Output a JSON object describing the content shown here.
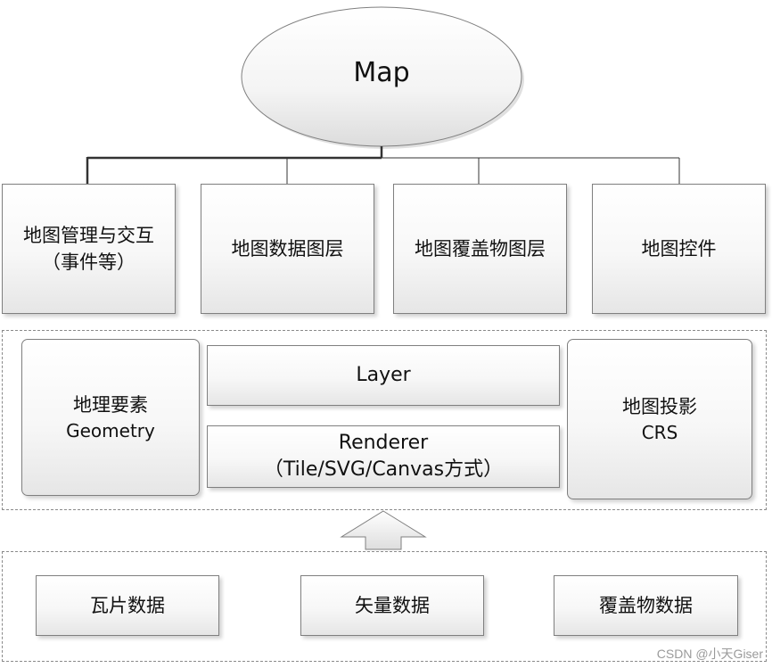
{
  "top": {
    "label": "Map"
  },
  "modules": [
    {
      "line1": "地图管理与交互",
      "line2": "（事件等）"
    },
    {
      "line1": "地图数据图层"
    },
    {
      "line1": "地图覆盖物图层"
    },
    {
      "line1": "地图控件"
    }
  ],
  "core": {
    "geometry": {
      "cn": "地理要素",
      "en": "Geometry"
    },
    "layer": "Layer",
    "renderer": {
      "line1": "Renderer",
      "line2": "（Tile/SVG/Canvas方式）"
    },
    "crs": {
      "cn": "地图投影",
      "en": "CRS"
    }
  },
  "data_sources": [
    "瓦片数据",
    "矢量数据",
    "覆盖物数据"
  ],
  "watermark": "CSDN @小天Giser"
}
